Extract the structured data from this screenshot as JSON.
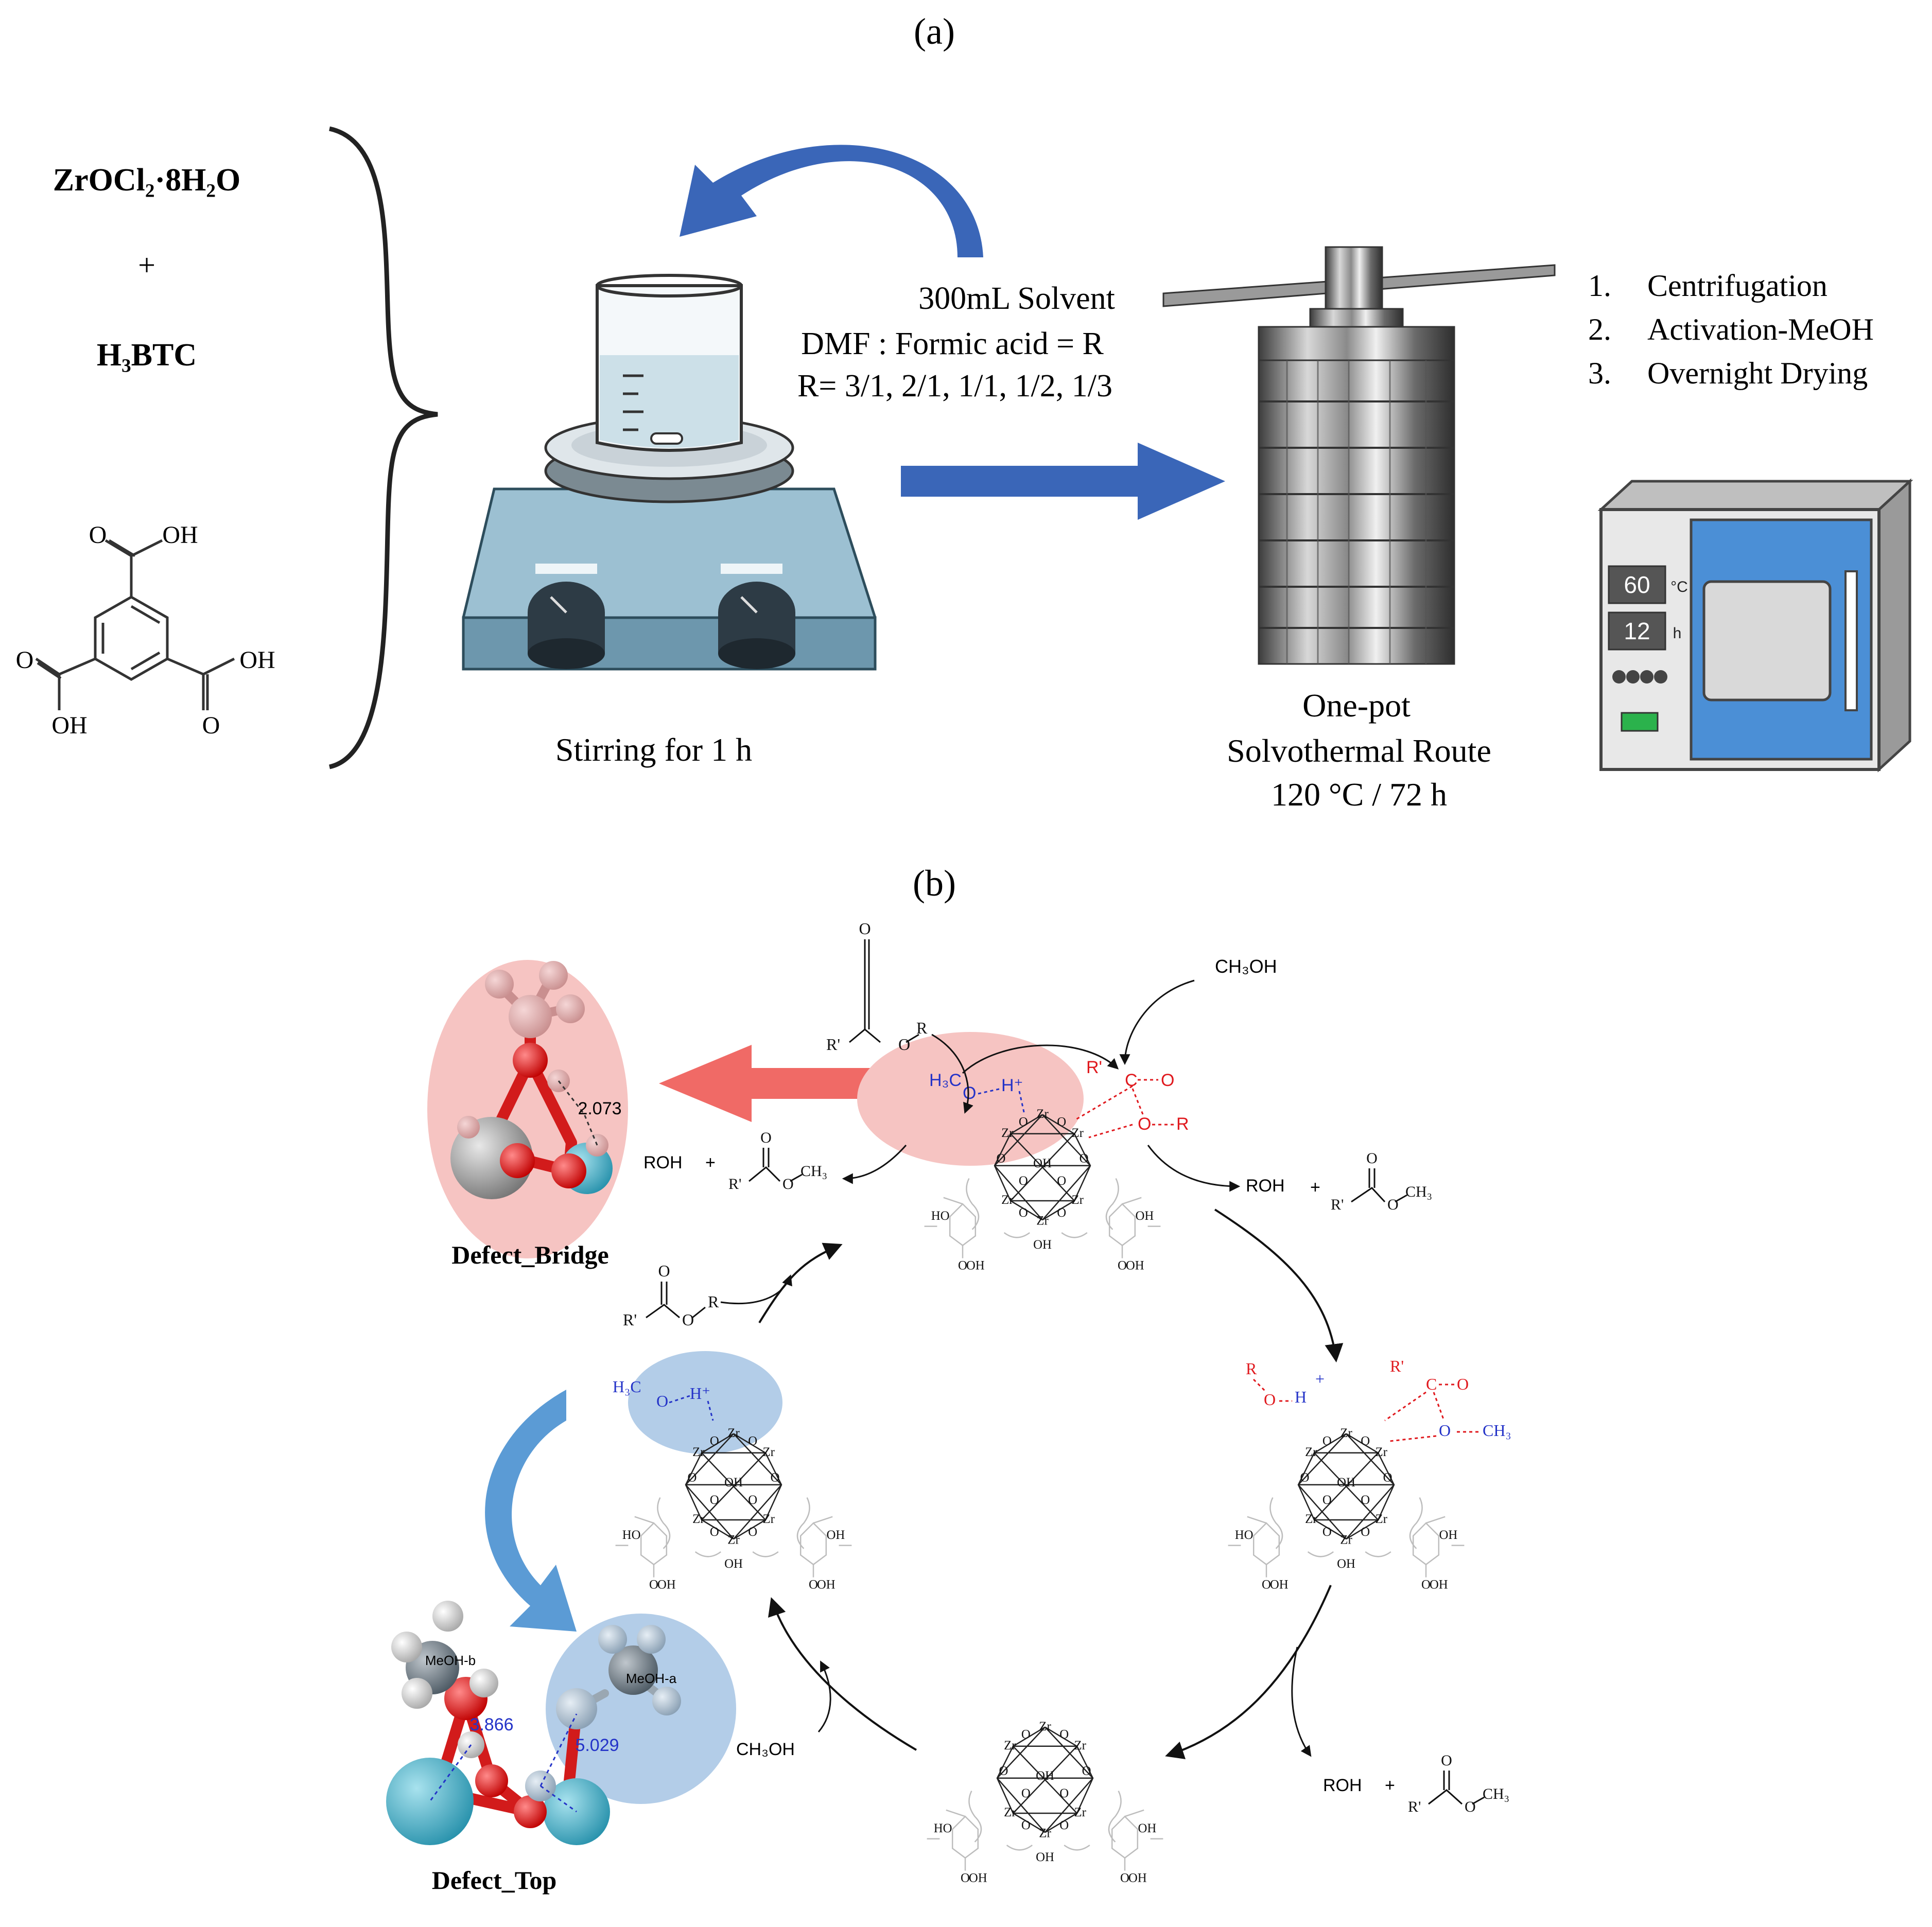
{
  "panel_a": {
    "label": "(a)",
    "reactants": {
      "zr_salt": "ZrOCl₂·8H₂O",
      "plus": "+",
      "linker": "H₃BTC"
    },
    "linker_structure_labels": {
      "top_o": "O",
      "top_oh": "OH",
      "left_o": "O",
      "left_oh": "OH",
      "right_oh": "OH",
      "right_o": "O"
    },
    "solvent": {
      "line1": "300mL Solvent",
      "line2": "DMF : Formic acid = R",
      "line3": "R= 3/1, 2/1, 1/1, 1/2, 1/3"
    },
    "stirring_caption": "Stirring for 1 h",
    "autoclave_caption": {
      "line1": "One-pot",
      "line2": "Solvothermal Route",
      "line3": "120 °C  /  72 h"
    },
    "post_steps": [
      {
        "num": "1.",
        "text": "Centrifugation"
      },
      {
        "num": "2.",
        "text": "Activation-MeOH"
      },
      {
        "num": "3.",
        "text": "Overnight Drying"
      }
    ],
    "oven": {
      "temp_value": "60",
      "temp_unit": "°C",
      "time_value": "12",
      "time_unit": "h"
    }
  },
  "panel_b": {
    "label": "(b)",
    "defect_bridge": {
      "caption": "Defect_Bridge",
      "distance": "2.073"
    },
    "defect_top": {
      "caption": "Defect_Top",
      "dist1": "3.866",
      "dist2": "5.029",
      "mol_b": "MeOH-b",
      "mol_a": "MeOH-a"
    },
    "reagents": {
      "ester": "R'C(O)OR",
      "methanol": "CH₃OH",
      "roh": "ROH",
      "plus": "+",
      "methyl_ester": "R'C(O)OCH₃"
    },
    "cluster_labels": {
      "zr": "Zr",
      "o": "O",
      "oh": "OH",
      "h3c": "H₃C",
      "h_plus": "H⁺",
      "r": "R",
      "r_prime": "R'",
      "c": "C",
      "ch3": "CH₃",
      "ho": "HO"
    }
  },
  "colors": {
    "blue_arrow": "#3a66b8",
    "red_arrow": "#f06a66",
    "red_highlight": "#f6c4c2",
    "blue_highlight": "#b3cde8",
    "chem_red": "#e0191e",
    "chem_blue": "#2433c8",
    "oven_blue": "#4b8fd6",
    "stirrer_blue": "#7fa9bf"
  }
}
